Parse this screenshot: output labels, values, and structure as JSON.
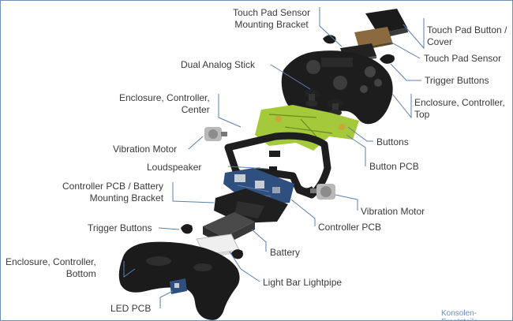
{
  "labels": {
    "touch_pad_sensor_mounting_bracket": "Touch Pad Sensor\nMounting Bracket",
    "touch_pad_button_cover": "Touch Pad Button /\nCover",
    "touch_pad_sensor": "Touch Pad Sensor",
    "dual_analog_stick": "Dual Analog Stick",
    "trigger_buttons_top": "Trigger Buttons",
    "enclosure_controller_top": "Enclosure, Controller,\nTop",
    "enclosure_controller_center": "Enclosure, Controller,\nCenter",
    "buttons": "Buttons",
    "vibration_motor_left": "Vibration Motor",
    "button_pcb": "Button PCB",
    "loudspeaker": "Loudspeaker",
    "controller_pcb_battery_mounting_bracket": "Controller PCB / Battery\nMounting Bracket",
    "vibration_motor_right": "Vibration Motor",
    "controller_pcb": "Controller PCB",
    "trigger_buttons_bottom": "Trigger Buttons",
    "battery": "Battery",
    "enclosure_controller_bottom": "Enclosure, Controller,\nBottom",
    "light_bar_lightpipe": "Light Bar Lightpipe",
    "led_pcb": "LED PCB"
  },
  "watermark": "Konsolen-Ersatzteile",
  "colors": {
    "leader_line": "#5a7fae",
    "label_text": "#3a3a3a",
    "border": "#6f8fb3",
    "part_dark": "#1c1c1c",
    "pcb_green": "#a4c93a",
    "pcb_blue": "#2f4f7f",
    "touchpad_sensor": "#8a6a3e"
  }
}
